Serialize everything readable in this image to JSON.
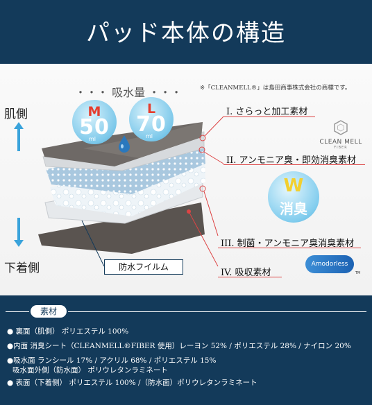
{
  "header": {
    "title": "パッド本体の構造"
  },
  "trademark_note": "※「CLEANMELL®」は島田商事株式会社の商標です。",
  "absorption": {
    "title": "・・・ 吸水量 ・・・",
    "sizes": [
      {
        "letter": "M",
        "value": "50",
        "unit": "ml"
      },
      {
        "letter": "L",
        "value": "70",
        "unit": "ml"
      }
    ]
  },
  "sides": {
    "top": "肌側",
    "bottom": "下着側"
  },
  "layers": [
    {
      "label": "I. さらっと加工素材"
    },
    {
      "label": "II. アンモニア臭・即効消臭素材"
    },
    {
      "label": "III. 制菌・アンモニア臭消臭素材"
    },
    {
      "label": "IV. 吸収素材"
    }
  ],
  "film_label": "防水フイルム",
  "badges": {
    "cleanmell_name": "CLEAN MELL",
    "cleanmell_sub": "FIBER",
    "w_letter": "W",
    "w_text": "消臭",
    "amodorless": "Amodorless",
    "amodorless_tm": "TM"
  },
  "materials": {
    "title": "素材",
    "lines": [
      "● 裏面（肌側）  ポリエステル 100%",
      "●内面  消臭シート（CLEANMELL®FIBER 使用）レーヨン 52% / ポリエステル 28% / ナイロン 20%",
      "●吸水面  ランシール 17% / アクリル 68% / ポリエステル 15%",
      "  吸水面外側（防水面） ポリウレタンラミネート",
      "● 表面（下着側） ポリエステル 100% /（防水面）ポリウレタンラミネート"
    ]
  },
  "colors": {
    "navy": "#133a5a",
    "accent_red": "#e53d2e",
    "bubble_blue": "#7cc8ea",
    "w_yellow": "#f2cf2f"
  }
}
